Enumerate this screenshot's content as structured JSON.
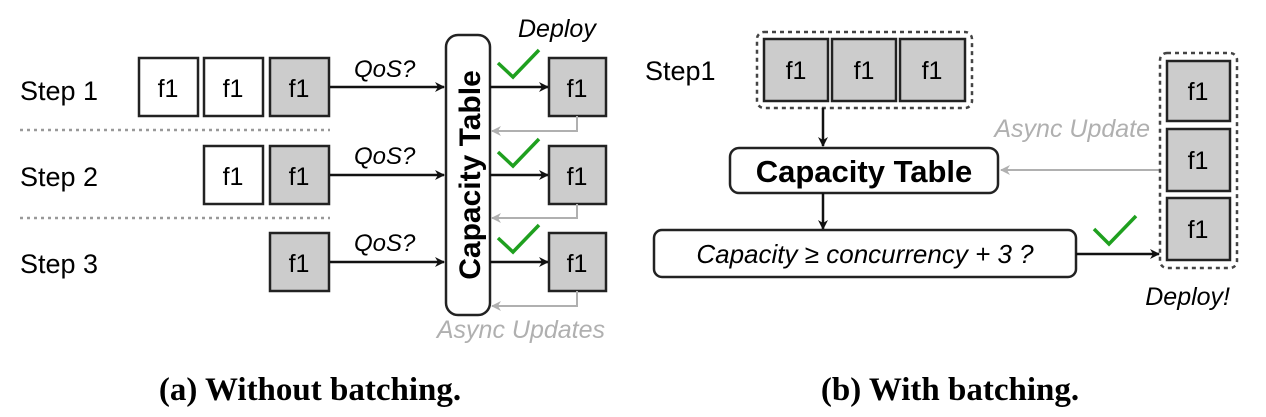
{
  "panel_a": {
    "caption": "(a) Without batching.",
    "capacity_table": "Capacity Table",
    "deploy_label": "Deploy",
    "async_label": "Async Updates",
    "steps": [
      {
        "label": "Step 1",
        "query": "QoS?",
        "white_boxes": 2,
        "gray_boxes": 1,
        "box_text": "f1",
        "deployed": "f1"
      },
      {
        "label": "Step 2",
        "query": "QoS?",
        "white_boxes": 1,
        "gray_boxes": 1,
        "box_text": "f1",
        "deployed": "f1"
      },
      {
        "label": "Step 3",
        "query": "QoS?",
        "white_boxes": 0,
        "gray_boxes": 1,
        "box_text": "f1",
        "deployed": "f1"
      }
    ]
  },
  "panel_b": {
    "caption": "(b) With batching.",
    "step_label": "Step1",
    "batch": [
      "f1",
      "f1",
      "f1"
    ],
    "capacity_table": "Capacity Table",
    "condition": "Capacity ≥ concurrency + 3 ?",
    "async_label": "Async Update",
    "deployed": [
      "f1",
      "f1",
      "f1"
    ],
    "deploy_label": "Deploy!"
  },
  "colors": {
    "gray_box": "#cccccc",
    "check": "#1fa01f",
    "async": "#b0b0b0",
    "stroke": "#222222"
  }
}
